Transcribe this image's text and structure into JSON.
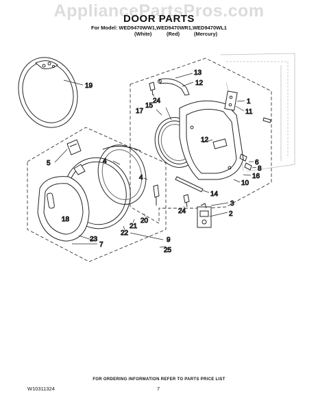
{
  "watermark": "AppliancePartsPros.com",
  "header": {
    "title": "DOOR PARTS",
    "model_line": "For Model: WED9470WW1,WED9470WR1,WED9470WL1",
    "colors": [
      "(White)",
      "(Red)",
      "(Mercury)"
    ]
  },
  "callouts": [
    "19",
    "13",
    "12",
    "24",
    "1",
    "11",
    "17",
    "15",
    "12",
    "6",
    "8",
    "16",
    "10",
    "5",
    "4",
    "4",
    "14",
    "3",
    "2",
    "18",
    "22",
    "21",
    "20",
    "24",
    "23",
    "7",
    "9",
    "25"
  ],
  "footer": {
    "note": "FOR ORDERING INFORMATION REFER TO PARTS PRICE LIST",
    "doc_number": "W10311324",
    "page_number": "7"
  }
}
